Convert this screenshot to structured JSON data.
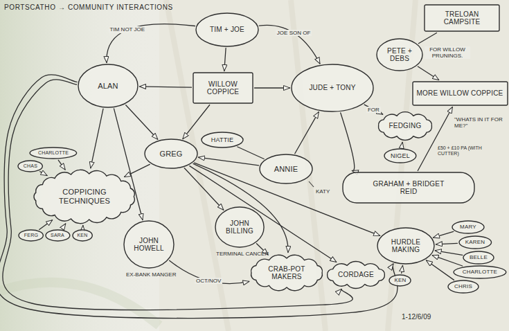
{
  "diagram": {
    "title": "PORTSCATHO → COMMUNITY INTERACTIONS",
    "nodes": [
      {
        "text": [
          "TRELOAN CAMPSITE"
        ]
      },
      {
        "text": [
          "TIM + JOE"
        ]
      },
      {
        "text": [
          "PETE + DEBS"
        ]
      },
      {
        "text": [
          "ALAN"
        ]
      },
      {
        "text": [
          "WILLOW COPPICE"
        ]
      },
      {
        "text": [
          "JUDE + TONY"
        ]
      },
      {
        "text": [
          "MORE WILLOW COPPICE"
        ]
      },
      {
        "text": [
          "FEDGING"
        ]
      },
      {
        "text": [
          "HATTIE"
        ]
      },
      {
        "text": [
          "GREG"
        ]
      },
      {
        "text": [
          "CHARLOTTE"
        ]
      },
      {
        "text": [
          "NIGEL"
        ]
      },
      {
        "text": [
          "ANNIE"
        ]
      },
      {
        "text": [
          "CHAS"
        ]
      },
      {
        "text": [
          "GRAHAM + BRIDGET REID"
        ]
      },
      {
        "text": [
          "COPPICING TECHNIQUES"
        ]
      },
      {
        "text": [
          "JOHN BILLING"
        ]
      },
      {
        "text": [
          "MARY"
        ]
      },
      {
        "text": [
          "HURDLE MAKING"
        ]
      },
      {
        "text": [
          "JOHN HOWELL"
        ]
      },
      {
        "text": [
          "KAREN"
        ]
      },
      {
        "text": [
          "FERG"
        ]
      },
      {
        "text": [
          "SARA"
        ]
      },
      {
        "text": [
          "KEN"
        ]
      },
      {
        "text": [
          "BELLE"
        ]
      },
      {
        "text": [
          "CHARLOTTE"
        ]
      },
      {
        "text": [
          "CRAB-POT MAKERS"
        ]
      },
      {
        "text": [
          "CORDAGE"
        ]
      },
      {
        "text": [
          "CHRIS"
        ]
      },
      {
        "text": [
          "KEN"
        ]
      }
    ],
    "edges": [
      {
        "from": 1,
        "to": 3,
        "arrow": "to",
        "label": "TIM NOT JOE"
      },
      {
        "from": 1,
        "to": 5,
        "arrow": "to",
        "label": "JOE SON OF"
      },
      {
        "from": 1,
        "to": 4,
        "arrow": "to"
      },
      {
        "from": 4,
        "to": 3,
        "arrow": "to"
      },
      {
        "from": 4,
        "to": 5,
        "arrow": "to"
      },
      {
        "from": 4,
        "to": 9,
        "arrow": "to"
      },
      {
        "from": 3,
        "to": 9,
        "arrow": "to"
      },
      {
        "from": 3,
        "to": 15,
        "arrow": "to"
      },
      {
        "from": 3,
        "to": 19,
        "arrow": "to"
      },
      {
        "from": 9,
        "to": 15,
        "arrow": "to"
      },
      {
        "from": 12,
        "to": 9,
        "arrow": "to"
      },
      {
        "from": 12,
        "to": 5,
        "arrow": "to"
      },
      {
        "from": 8,
        "to": 12,
        "arrow": "none"
      },
      {
        "from": 9,
        "to": 16,
        "arrow": "to"
      },
      {
        "from": 9,
        "to": 26,
        "arrow": "to"
      },
      {
        "from": 9,
        "to": 18,
        "arrow": "to"
      },
      {
        "from": 9,
        "to": 27,
        "arrow": "to"
      },
      {
        "from": 19,
        "to": 26,
        "arrow": "to",
        "label": "OCT/NOV"
      },
      {
        "from": 16,
        "to": 26,
        "arrow": "to"
      },
      {
        "from": 2,
        "to": 6,
        "arrow": "to",
        "label": "FOR WILLOW PRUNINGS."
      },
      {
        "from": 2,
        "to": 0,
        "arrow": "none"
      },
      {
        "from": 5,
        "to": 7,
        "arrow": "to",
        "label": "FOR"
      },
      {
        "from": 14,
        "to": 6,
        "arrow": "to"
      },
      {
        "from": 11,
        "to": 7,
        "arrow": "to"
      },
      {
        "from": 5,
        "to": 14,
        "arrow": "to"
      },
      {
        "from": 3,
        "to": 18,
        "arrow": "to"
      },
      {
        "from": 3,
        "to": 27,
        "arrow": "to"
      },
      {
        "from": 17,
        "to": 18,
        "arrow": "to"
      },
      {
        "from": 20,
        "to": 18,
        "arrow": "to"
      },
      {
        "from": 24,
        "to": 18,
        "arrow": "to"
      },
      {
        "from": 25,
        "to": 18,
        "arrow": "to"
      },
      {
        "from": 28,
        "to": 18,
        "arrow": "to"
      },
      {
        "from": 29,
        "to": 18,
        "arrow": "to"
      },
      {
        "from": 10,
        "to": 15,
        "arrow": "to"
      },
      {
        "from": 13,
        "to": 15,
        "arrow": "to"
      },
      {
        "from": 21,
        "to": 15,
        "arrow": "to"
      },
      {
        "from": 22,
        "to": 15,
        "arrow": "to"
      },
      {
        "from": 23,
        "to": 15,
        "arrow": "to"
      }
    ],
    "labels": [
      "\"WHATS IN IT FOR ME?\"",
      "£50 + £10 PA (WITH CUTTER)",
      "KATY",
      "EX-BANK MANGER",
      "TERMINAL CANCER",
      "1-12/6/09"
    ]
  }
}
